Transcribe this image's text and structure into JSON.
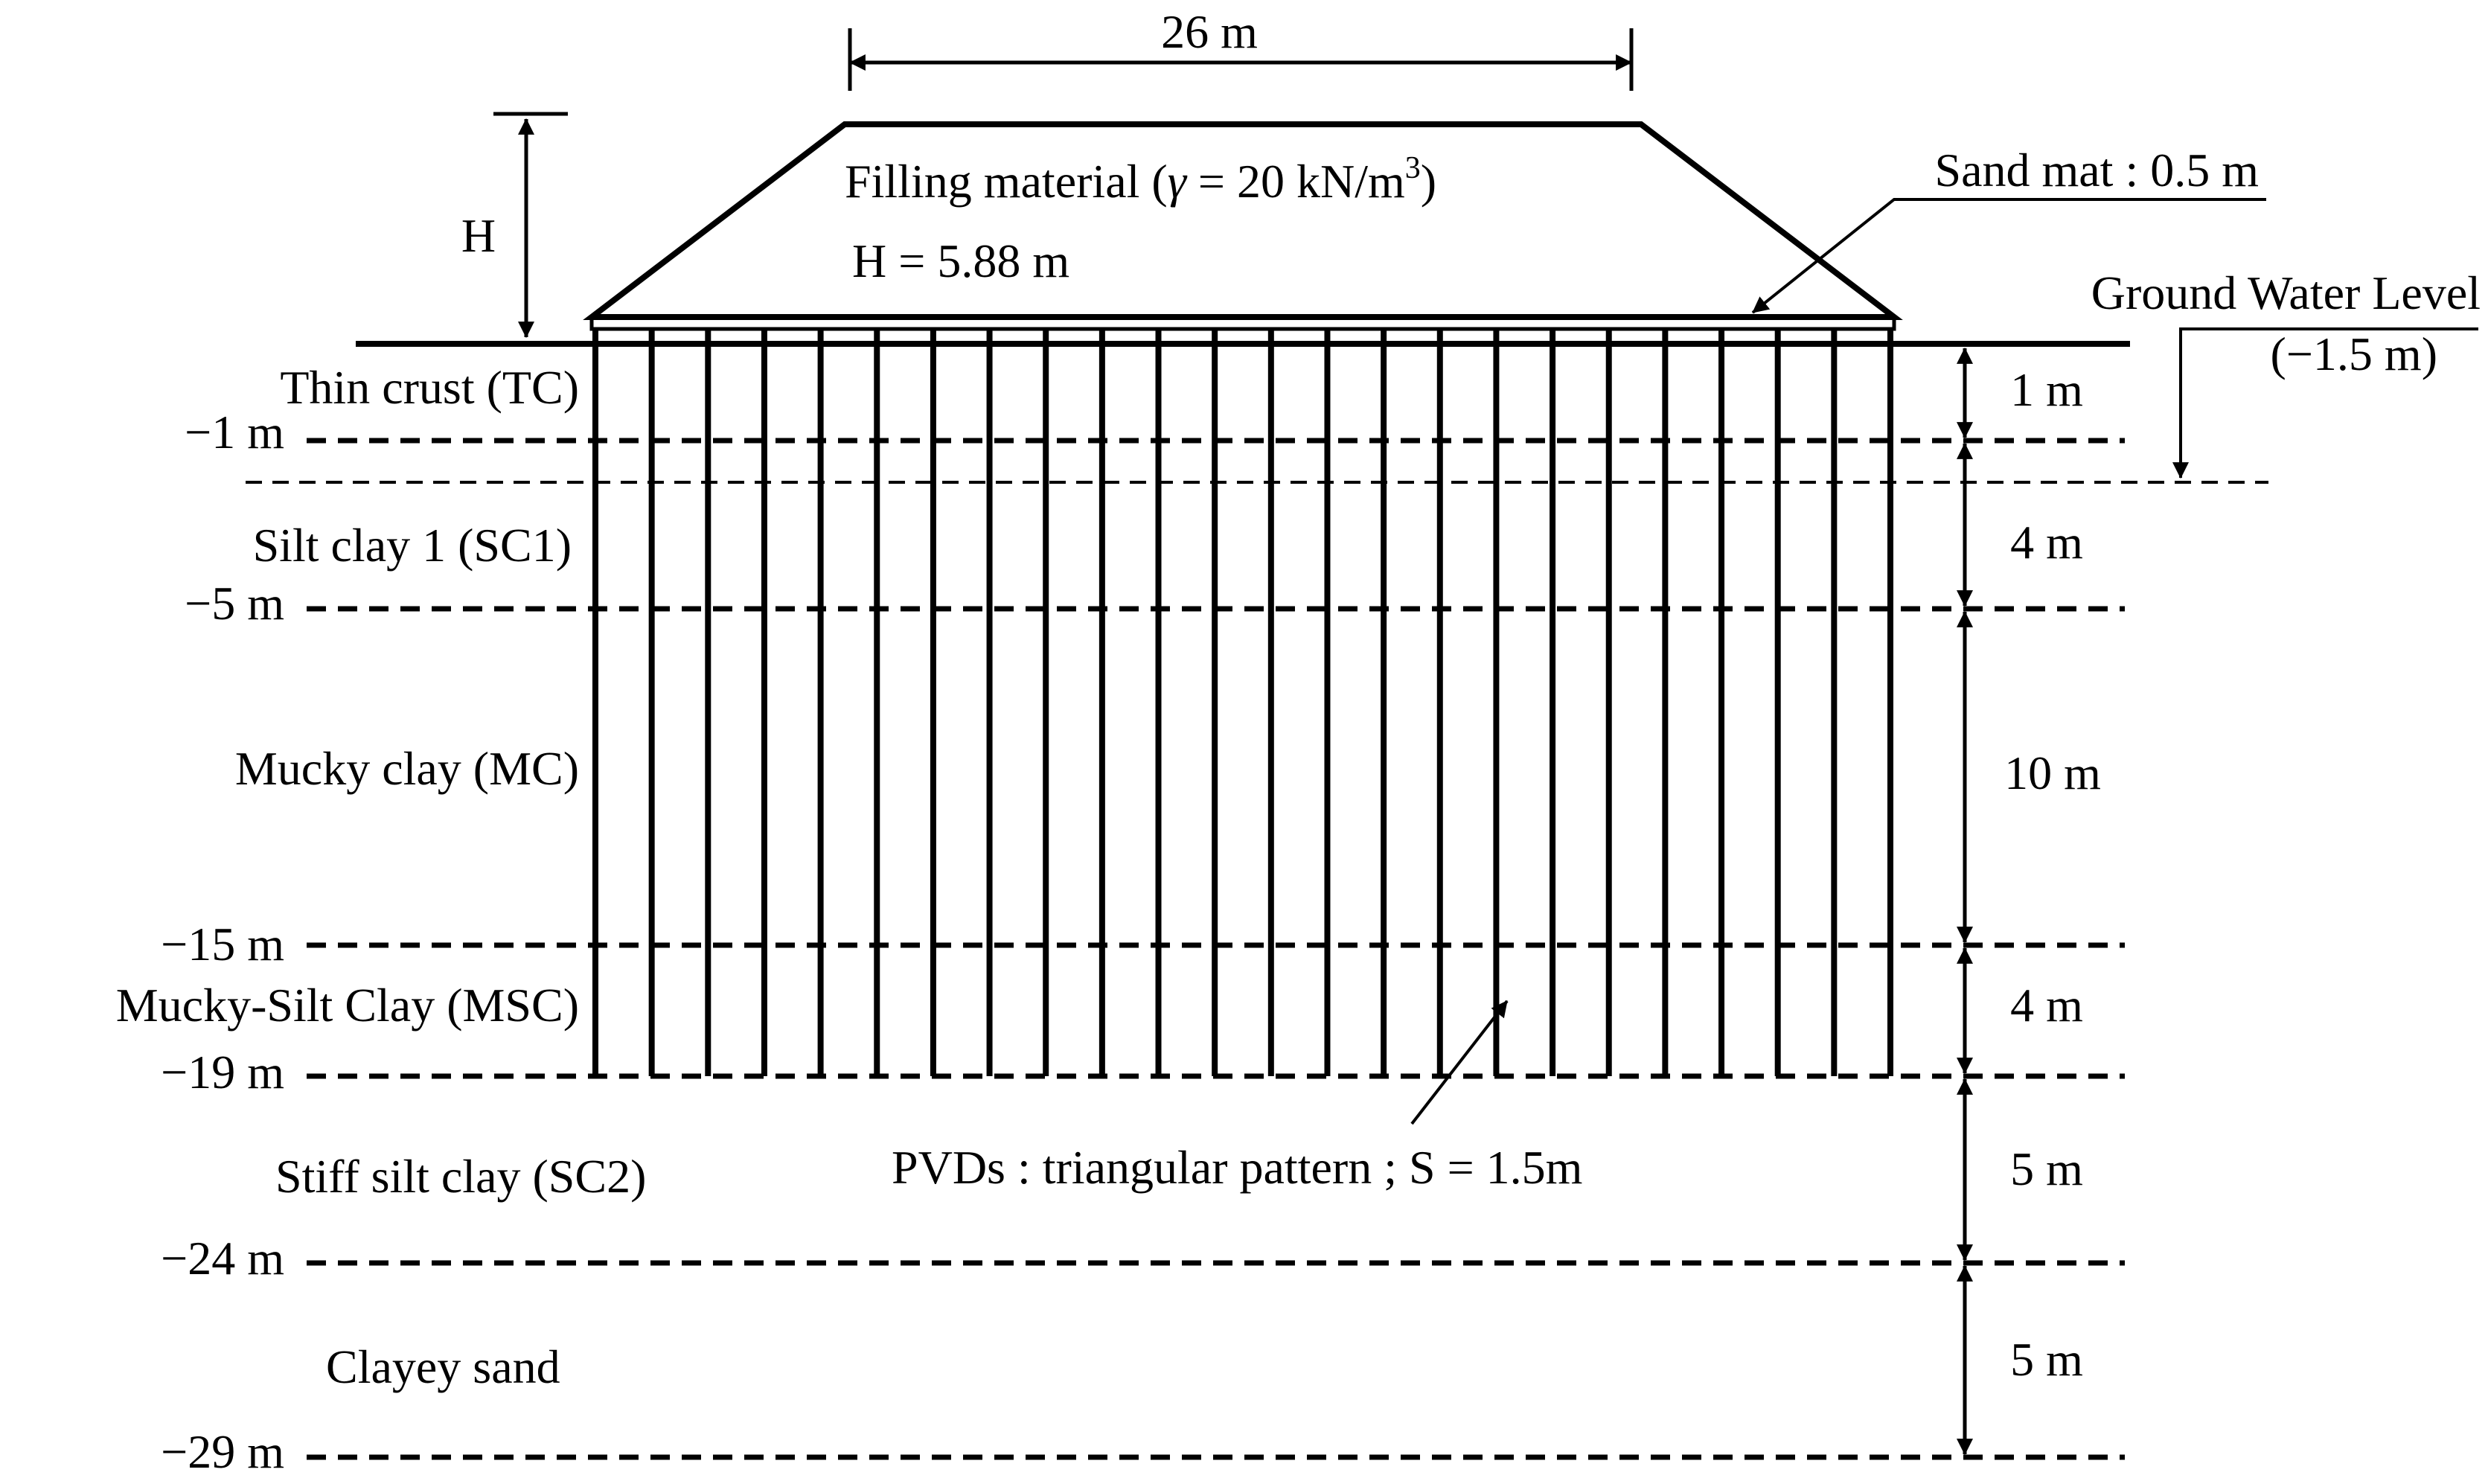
{
  "embankment": {
    "top_width": "26 m",
    "material": "Filling material  (γ = 20 kN/m³)",
    "material_prefix": "Filling material  (",
    "material_gamma": "γ",
    "material_eq": " = 20 kN/m",
    "material_exp": "3",
    "material_suffix": ")",
    "height_symbol": "H",
    "height_value": "H = 5.88 m",
    "sand_mat": "Sand mat : 0.5 m"
  },
  "ground_water": {
    "label": "Ground Water Level",
    "depth": "(−1.5 m)"
  },
  "layers": [
    {
      "name": "Thin crust (TC)",
      "bottom": "−1 m",
      "thickness": "1 m"
    },
    {
      "name": "Silt clay 1 (SC1)",
      "bottom": "−5 m",
      "thickness": "4 m"
    },
    {
      "name": "Mucky clay (MC)",
      "bottom": "−15 m",
      "thickness": "10 m"
    },
    {
      "name": "Mucky-Silt Clay (MSC)",
      "bottom": "−19 m",
      "thickness": "4 m"
    },
    {
      "name": "Stiff silt clay (SC2)",
      "bottom": "−24 m",
      "thickness": "5 m"
    },
    {
      "name": "Clayey sand",
      "bottom": "−29 m",
      "thickness": "5 m"
    }
  ],
  "pvd": {
    "label": "PVDs : triangular pattern ; S = 1.5m",
    "count": 24
  }
}
